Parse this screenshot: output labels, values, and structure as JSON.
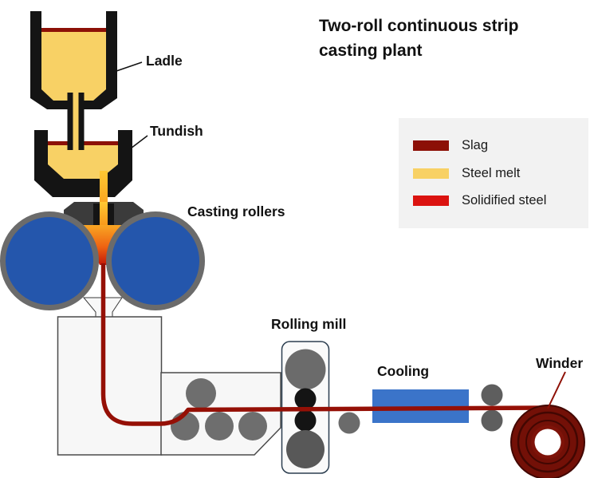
{
  "title": "Two-roll continuous strip casting plant",
  "labels": {
    "ladle": "Ladle",
    "tundish": "Tundish",
    "casting_rollers": "Casting rollers",
    "rolling_mill": "Rolling mill",
    "cooling": "Cooling",
    "winder": "Winder"
  },
  "legend": {
    "items": [
      {
        "label": "Slag",
        "color": "#8C1007"
      },
      {
        "label": "Steel melt",
        "color": "#F8D165"
      },
      {
        "label": "Solidified steel",
        "color": "#DB1310"
      }
    ]
  },
  "colors": {
    "slag_dark_red": "#8C1007",
    "steel_melt_yellow": "#F8D165",
    "solidified_steel_red": "#DB1310",
    "strip_red": "#951006",
    "roller_blue": "#2456AC",
    "roller_rim_gray": "#6B6B6B",
    "machine_gray": "#6E6E6E",
    "vessel_black": "#141414",
    "mount_dark_gray": "#3B3B3B",
    "cooling_blue": "#3B74C9",
    "box_fill": "#F7F7F7",
    "legend_bg": "#F2F2F2",
    "melt_stream_orange": "#F08A1E"
  }
}
